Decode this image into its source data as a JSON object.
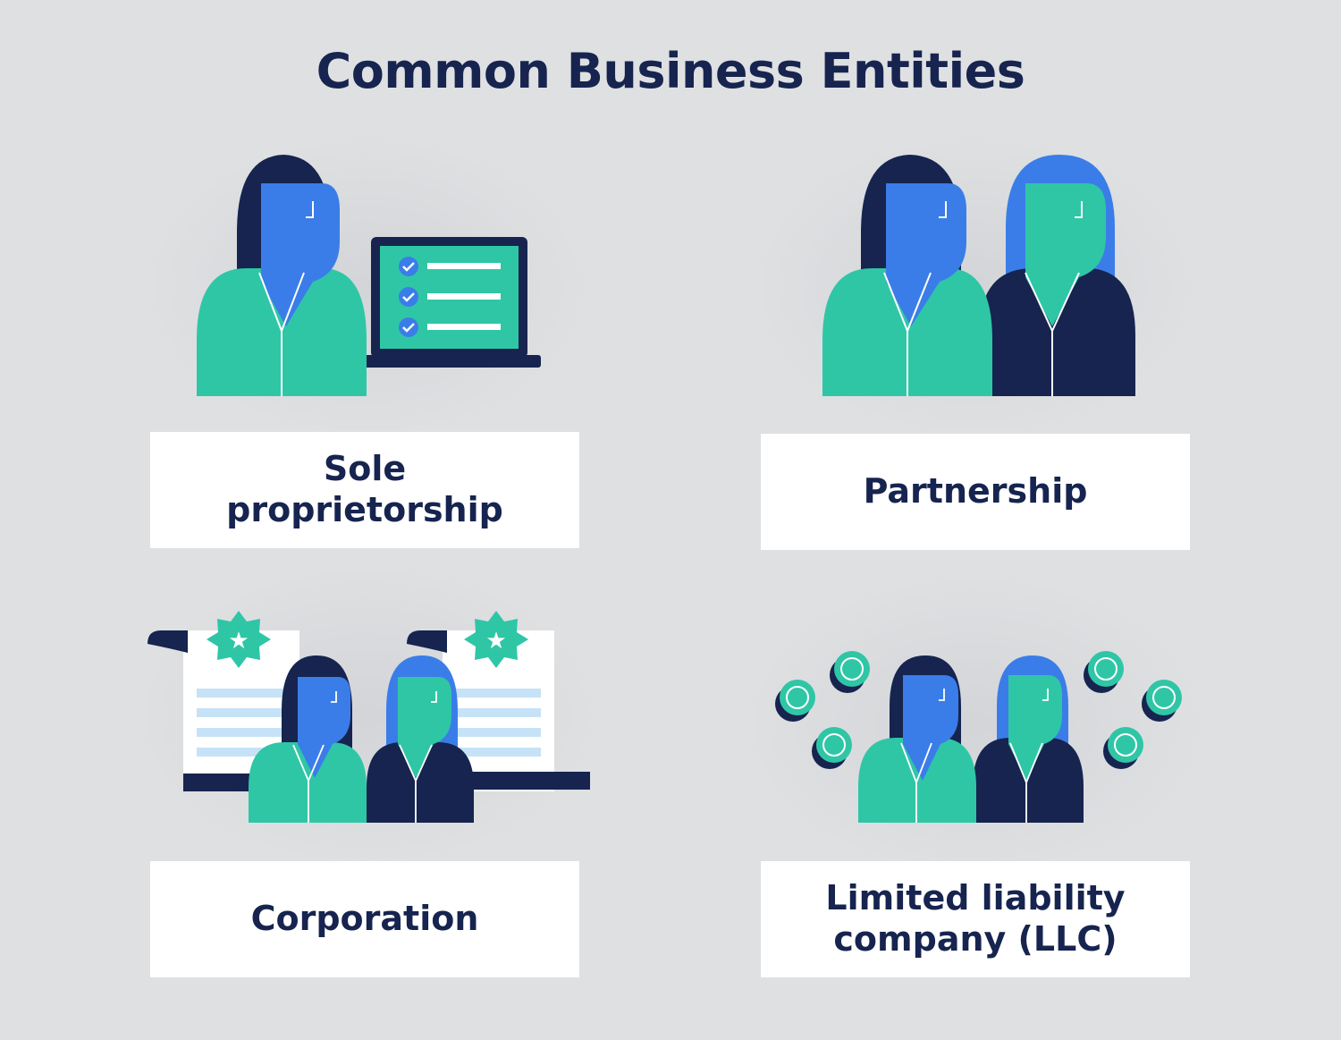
{
  "title": "Common Business Entities",
  "entities": [
    {
      "label": "Sole proprietorship",
      "illustration": "person-with-checklist-laptop"
    },
    {
      "label": "Partnership",
      "illustration": "two-people"
    },
    {
      "label": "Corporation",
      "illustration": "two-people-with-certificates"
    },
    {
      "label": "Limited liability company (LLC)",
      "illustration": "two-people-with-coins"
    }
  ],
  "colors": {
    "background": "#dfe0e2",
    "navy": "#16244f",
    "teal": "#2fc6a6",
    "blue": "#3b7de8",
    "card": "#ffffff",
    "paper_lines": "#c6e2f7"
  }
}
